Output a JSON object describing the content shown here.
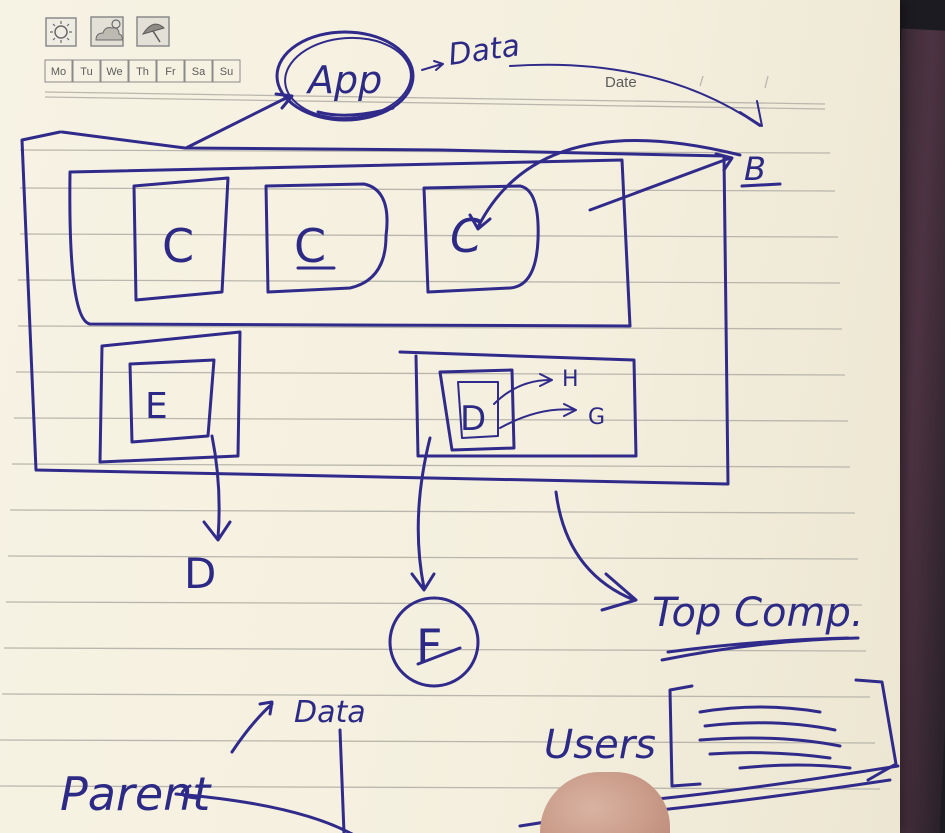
{
  "weekdays": [
    "Mo",
    "Tu",
    "We",
    "Th",
    "Fr",
    "Sa",
    "Su"
  ],
  "header": {
    "date_label": "Date"
  },
  "icons": [
    "sun-icon",
    "cloudy-icon",
    "umbrella-icon"
  ],
  "labels": {
    "app": "App",
    "data_top": "Data",
    "b": "B",
    "c1": "C",
    "c2": "C",
    "c3": "C",
    "e": "E",
    "d_inner": "D",
    "h": "H",
    "g": "G",
    "d_bottom": "D",
    "f": "F",
    "top_comp": "Top Comp.",
    "users": "Users",
    "parent": "Parent",
    "data_bottom": "Data"
  },
  "colors": {
    "ink": "#302b8a",
    "paper": "#f6f2e2",
    "rule": "#b9b6ad"
  }
}
